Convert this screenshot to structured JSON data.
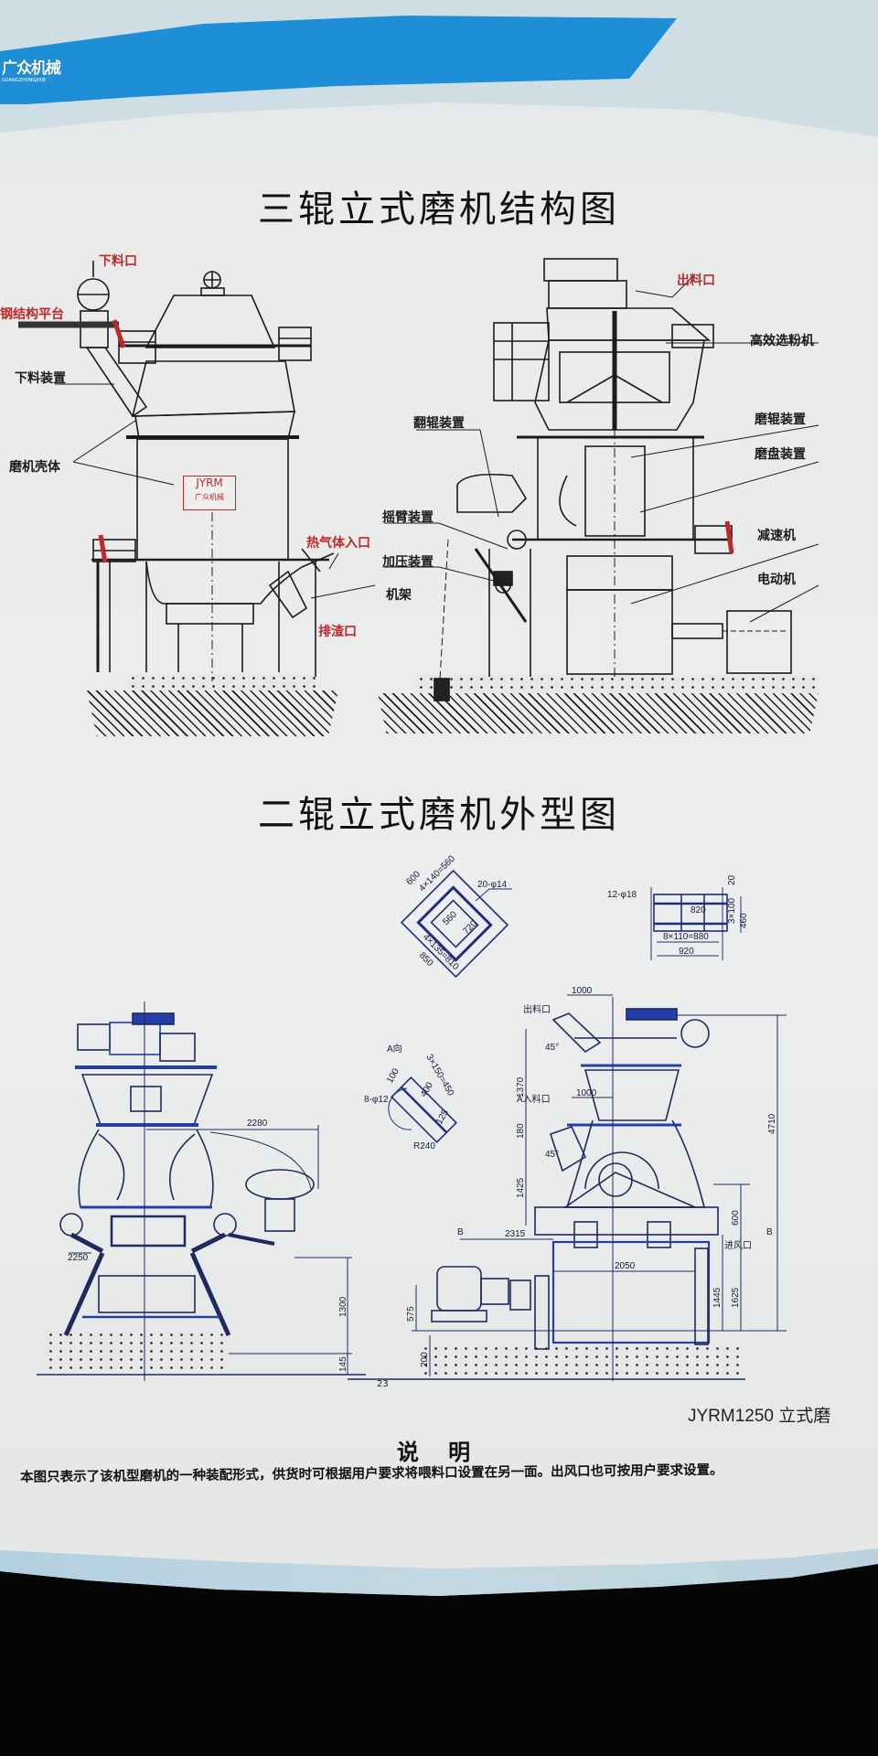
{
  "header": {
    "logo_cn": "广众机械",
    "logo_en": "GUANGZHONGJIXIE",
    "accent_color": "#1e8fd6"
  },
  "section1": {
    "title": "三辊立式磨机结构图",
    "left_labels": {
      "feed_port": "下料口",
      "steel_platform": "钢结构平台",
      "feed_device": "下料装置",
      "mill_shell": "磨机壳体",
      "hot_gas_inlet": "热气体入口",
      "frame": "机架",
      "slag_outlet": "排渣口"
    },
    "nameplate": {
      "model": "JYRM",
      "brand": "广众机械"
    },
    "right_labels": {
      "discharge_port": "出料口",
      "classifier": "高效选粉机",
      "roller_flip": "翻辊装置",
      "roller_device": "磨辊装置",
      "table_device": "磨盘装置",
      "rocker_arm": "摇臂装置",
      "pressure_device": "加压装置",
      "reducer": "减速机",
      "motor": "电动机"
    }
  },
  "section2": {
    "title": "二辊立式磨机外型图",
    "detail1": {
      "d1": "600",
      "d2": "4×140=560",
      "d3": "20-φ14",
      "d4": "560",
      "d5": "720",
      "d6": "4×135=810",
      "d7": "850"
    },
    "detail2": {
      "d1": "12-φ18",
      "d2": "820",
      "d3": "20",
      "d4": "3×100",
      "d5": "460",
      "d6": "8×110=880",
      "d7": "920"
    },
    "detail_a": {
      "title": "A向",
      "d1": "8-φ12",
      "d2": "100",
      "d3": "3×150=450",
      "d4": "400",
      "d5": "125",
      "d6": "R240"
    },
    "left_view": {
      "d1": "2280",
      "d2": "2250",
      "d3": "1300",
      "d4": "145"
    },
    "right_view": {
      "outlet": "出料口",
      "inlet": "A入料口",
      "air_inlet": "进风口",
      "angle1": "45°",
      "angle2": "45°",
      "w1": "1000",
      "w2": "1000",
      "h1": "1370",
      "h2": "180",
      "h3": "1425",
      "h4": "4710",
      "h5": "600",
      "b_left": "B",
      "b_right": "B",
      "w3": "2315",
      "w4": "2050",
      "h6": "1445",
      "h7": "1625",
      "h8": "575",
      "h9": "200"
    },
    "page_number": "23",
    "model_caption": "JYRM1250 立式磨"
  },
  "notes": {
    "title": "说 明",
    "body": "本图只表示了该机型磨机的一种装配形式，供货时可根据用户要求将喂料口设置在另一面。出风口也可按用户要求设置。"
  }
}
